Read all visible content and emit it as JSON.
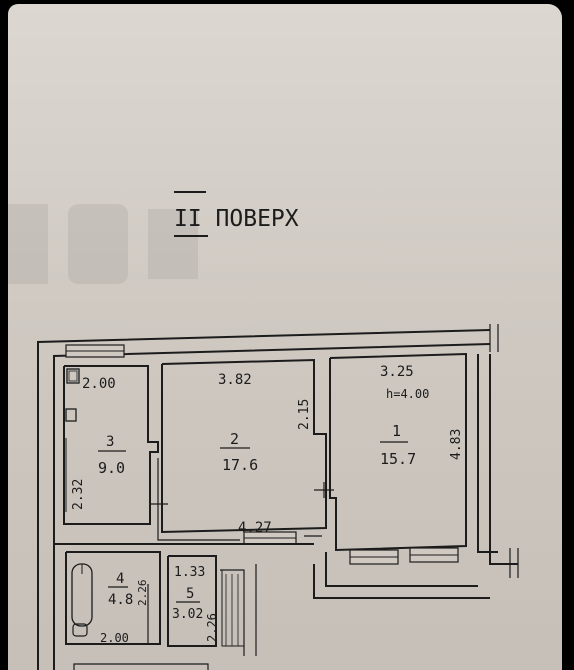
{
  "floor_title": "II ПОВЕРХ",
  "rooms": [
    {
      "number": "1",
      "area": "15.7",
      "dim_top": "3.25",
      "ceiling": "h=4.00",
      "dim_side": "4.83"
    },
    {
      "number": "2",
      "area": "17.6",
      "dim_top": "3.82",
      "dim_side": "2.15",
      "dim_bottom": "4.27"
    },
    {
      "number": "3",
      "area": "9.0",
      "dim_top": "2.00",
      "dim_side": "2.32"
    },
    {
      "number": "4",
      "area": "4.8",
      "dim_side": "2.26",
      "dim_bottom": "2.00"
    },
    {
      "number": "5",
      "area": "3.02",
      "dim_top": "1.33",
      "dim_side": "2.26"
    }
  ]
}
